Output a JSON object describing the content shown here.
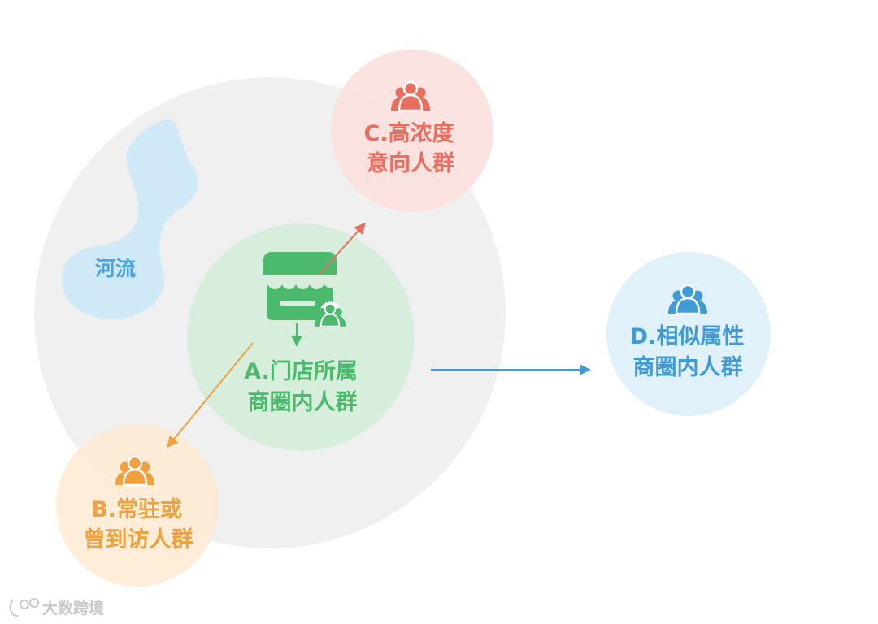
{
  "colors": {
    "trade_area_bg": "#f0f0f0",
    "river": "#cfe9f7",
    "river_text": "#4aa3df",
    "group_a_circle": "#d7eedd",
    "group_a": "#4cba6c",
    "group_b_circle": "#fdebd6",
    "group_b": "#f0a03c",
    "group_c_circle": "#fbe1df",
    "group_c": "#ea6e5f",
    "group_d_circle": "#e1f1fa",
    "group_d": "#3f9bd6",
    "watermark": "#c8c8c8"
  },
  "river": {
    "label": "河流"
  },
  "groups": {
    "a": {
      "line1": "A.门店所属",
      "line2": "商圈内人群",
      "icons": [
        "store-icon",
        "people-icon"
      ]
    },
    "b": {
      "line1": "B.常驻或",
      "line2": "曾到访人群",
      "icon": "people-icon"
    },
    "c": {
      "line1": "C.高浓度",
      "line2": "意向人群",
      "icon": "people-icon"
    },
    "d": {
      "line1": "D.相似属性",
      "line2": "商圈内人群",
      "icon": "people-icon"
    }
  },
  "watermark": {
    "text": "大数跨境",
    "icon": "logo-icon"
  }
}
